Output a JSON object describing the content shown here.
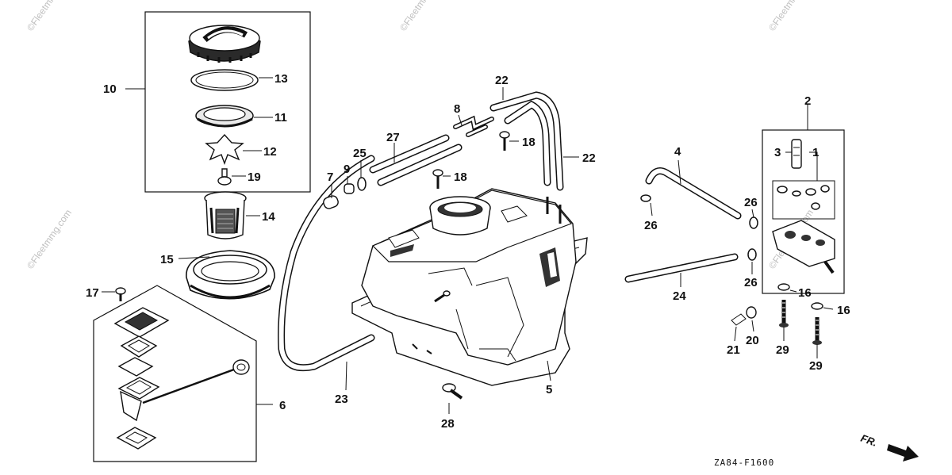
{
  "diagram": {
    "code": "ZA84-F1600",
    "direction_label": "FR.",
    "watermark": "©Fleetmmg.com",
    "callouts": {
      "c1": "1",
      "c2": "2",
      "c3": "3",
      "c4": "4",
      "c5": "5",
      "c6": "6",
      "c7": "7",
      "c8": "8",
      "c9": "9",
      "c10": "10",
      "c11": "11",
      "c12": "12",
      "c13": "13",
      "c14": "14",
      "c15": "15",
      "c16a": "16",
      "c16b": "16",
      "c17": "17",
      "c18a": "18",
      "c18b": "18",
      "c19": "19",
      "c20": "20",
      "c21": "21",
      "c22a": "22",
      "c22b": "22",
      "c23": "23",
      "c24": "24",
      "c25": "25",
      "c26a": "26",
      "c26b": "26",
      "c26c": "26",
      "c27": "27",
      "c28": "28",
      "c29a": "29",
      "c29b": "29"
    }
  }
}
